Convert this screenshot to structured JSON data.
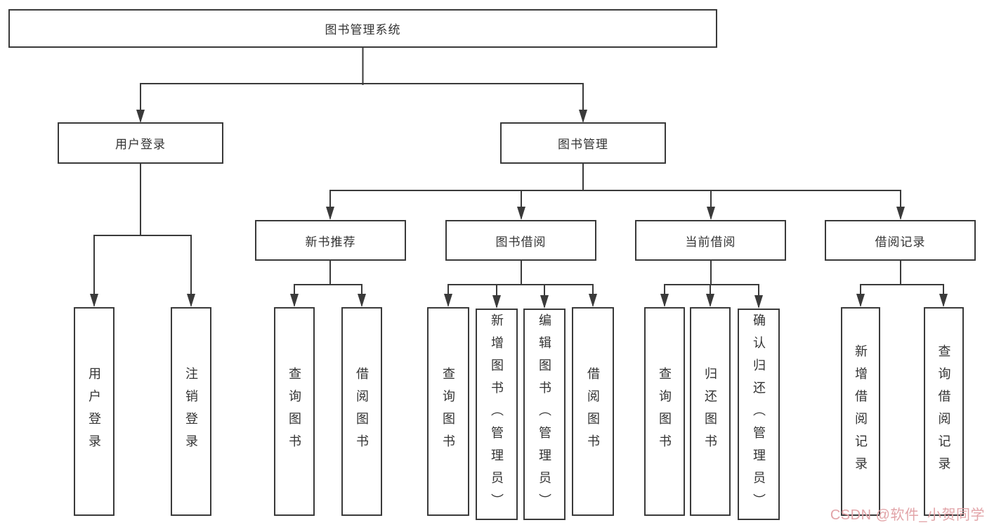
{
  "tree": {
    "root": {
      "label": "图书管理系统"
    },
    "branches": [
      {
        "label": "用户登录",
        "children": [
          {
            "label": "用户登录"
          },
          {
            "label": "注销登录"
          }
        ]
      },
      {
        "label": "图书管理",
        "children": [
          {
            "label": "新书推荐",
            "children": [
              {
                "label": "查询图书"
              },
              {
                "label": "借阅图书"
              }
            ]
          },
          {
            "label": "图书借阅",
            "children": [
              {
                "label": "查询图书"
              },
              {
                "label": "新增图书（管理员）"
              },
              {
                "label": "编辑图书（管理员）"
              },
              {
                "label": "借阅图书"
              }
            ]
          },
          {
            "label": "当前借阅",
            "children": [
              {
                "label": "查询图书"
              },
              {
                "label": "归还图书"
              },
              {
                "label": "确认归还（管理员）"
              }
            ]
          },
          {
            "label": "借阅记录",
            "children": [
              {
                "label": "新增借阅记录"
              },
              {
                "label": "查询借阅记录"
              }
            ]
          }
        ]
      }
    ]
  },
  "watermark": {
    "text": "CSDN @软件_小贺同学",
    "color": "#e2a4a8"
  },
  "colors": {
    "line": "#3a3a3a",
    "text": "#333333",
    "background": "#ffffff",
    "box_background": "#ffffff"
  }
}
